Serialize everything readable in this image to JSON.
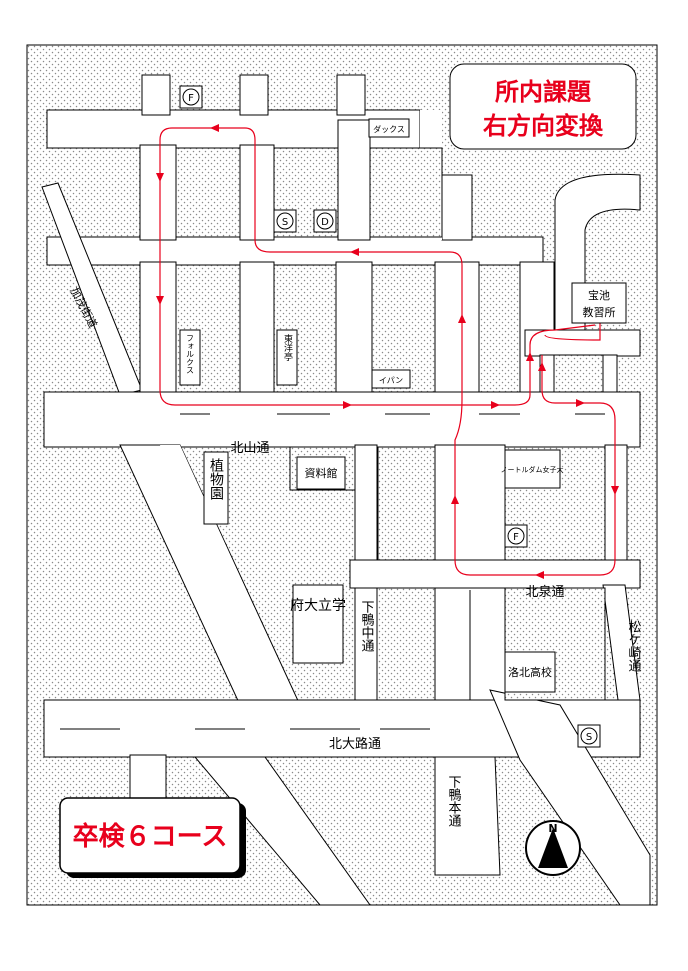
{
  "title": {
    "line1": "所内課題",
    "line2": "右方向変換"
  },
  "course_label": "卒検６コース",
  "school": {
    "line1": "宝池",
    "line2": "教習所"
  },
  "streets": {
    "kitayama": "北山通",
    "kitaizumi": "北泉通",
    "kitaoji": "北大路通",
    "shimogamo_naka": "下鴨中通",
    "shimogamo_hon": "下鴨本通",
    "matsugasaki": "松ケ崎通",
    "kamo_kaido": "加茂街道"
  },
  "places": {
    "botanical": "植物園",
    "archives": "資料館",
    "prefuniv": "府大立学",
    "rakuhoku": "洛北高校",
    "notredame": "ノートルダム女子大",
    "folks": "フォルクス",
    "toyotei": "東洋亭",
    "dax": "ダックス",
    "ipan": "イパン"
  },
  "symbols": {
    "f": "F",
    "s": "S",
    "d": "D",
    "north": "N"
  },
  "colors": {
    "route": "#e8001c",
    "block_dots": "#8a8a8a",
    "road": "#ffffff"
  }
}
